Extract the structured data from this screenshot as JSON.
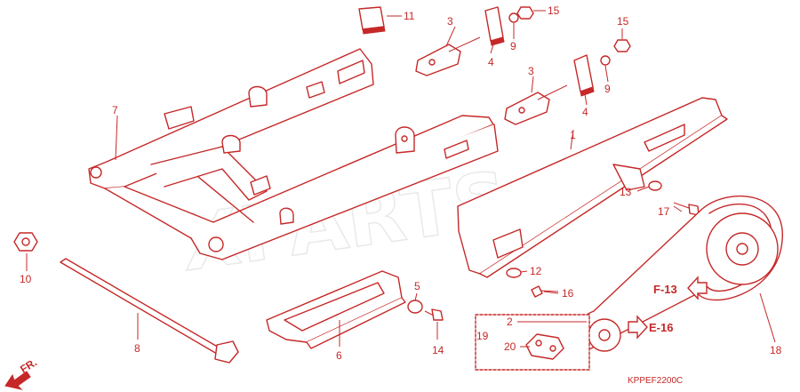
{
  "watermark": "XPARTS",
  "diagram_code": "KPPEF2200C",
  "front_label": "FR.",
  "refs": {
    "f13": "F-13",
    "e16": "E-16"
  },
  "callouts": {
    "n1": "1",
    "n2": "2",
    "n3a": "3",
    "n3b": "3",
    "n4a": "4",
    "n4b": "4",
    "n5": "5",
    "n6": "6",
    "n7": "7",
    "n8": "8",
    "n9a": "9",
    "n9b": "9",
    "n10": "10",
    "n11": "11",
    "n12": "12",
    "n13": "13",
    "n14": "14",
    "n15a": "15",
    "n15b": "15",
    "n16": "16",
    "n17": "17",
    "n18": "18",
    "n19": "19",
    "n20": "20"
  }
}
